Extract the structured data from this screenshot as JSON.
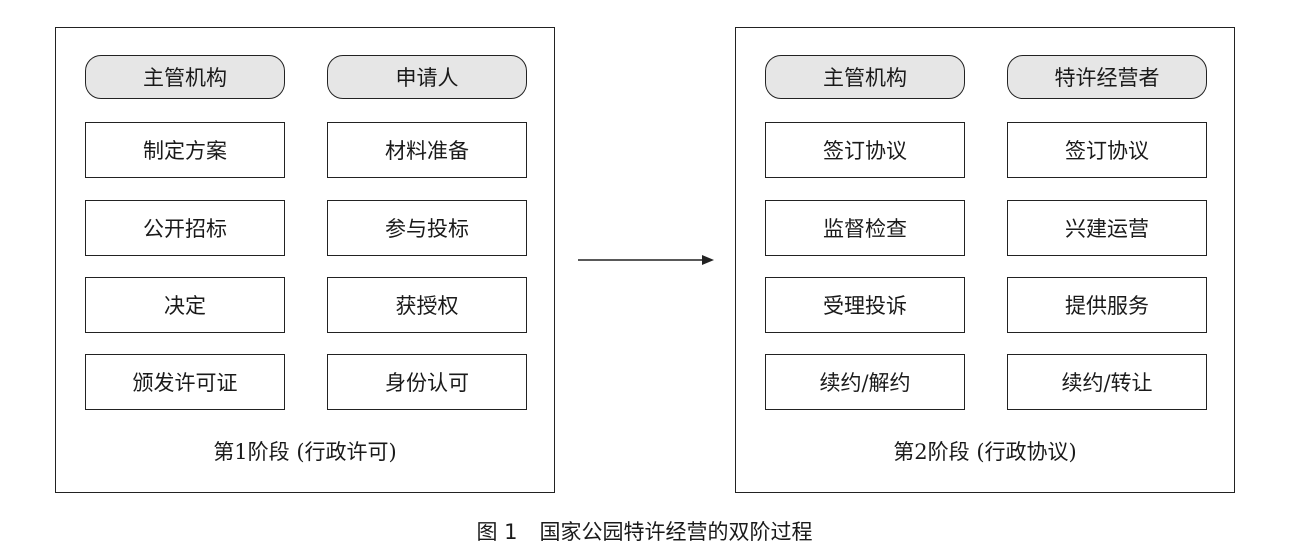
{
  "stage1": {
    "left_header": "主管机构",
    "right_header": "申请人",
    "left_steps": [
      "制定方案",
      "公开招标",
      "决定",
      "颁发许可证"
    ],
    "right_steps": [
      "材料准备",
      "参与投标",
      "获授权",
      "身份认可"
    ],
    "caption": "第1阶段 (行政许可)"
  },
  "stage2": {
    "left_header": "主管机构",
    "right_header": "特许经营者",
    "left_steps": [
      "签订协议",
      "监督检查",
      "受理投诉",
      "续约/解约"
    ],
    "right_steps": [
      "签订协议",
      "兴建运营",
      "提供服务",
      "续约/转让"
    ],
    "caption": "第2阶段 (行政协议)"
  },
  "figure": {
    "number": "图 1",
    "title": "国家公园特许经营的双阶过程"
  },
  "icons": {
    "transition": "arrow-right-icon"
  }
}
